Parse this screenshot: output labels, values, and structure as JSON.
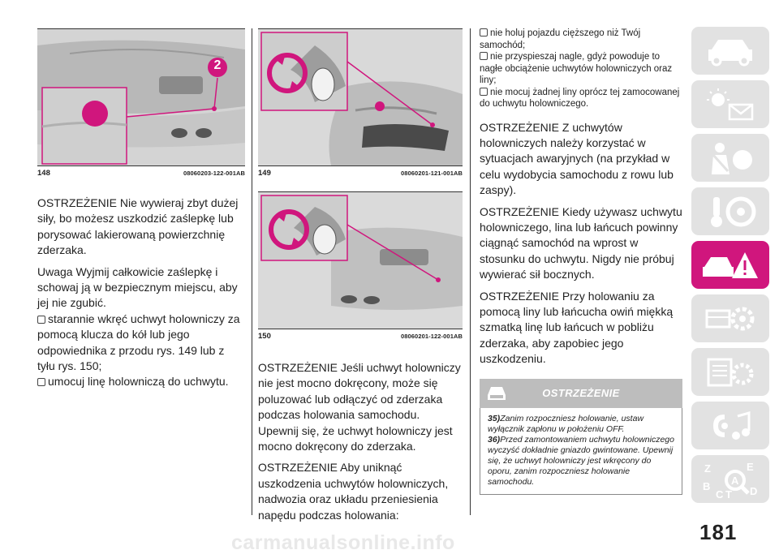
{
  "figures": {
    "fig148": {
      "number": "148",
      "code": "08060203-122-001AB",
      "callout": "2"
    },
    "fig149": {
      "number": "149",
      "code": "08060201-121-001AB"
    },
    "fig150": {
      "number": "150",
      "code": "08060201-122-001AB"
    }
  },
  "left_column": {
    "p1": "OSTRZEŻENIE Nie wywieraj zbyt dużej siły, bo możesz uszkodzić zaślepkę lub porysować lakierowaną powierzchnię zderzaka.",
    "p2": "Uwaga  Wyjmij całkowicie zaślepkę i schowaj ją w bezpiecznym miejscu, aby jej nie zgubić.",
    "bullet1": "starannie wkręć uchwyt holowniczy za pomocą klucza do kół lub jego odpowiednika z przodu rys. 149 lub z tyłu rys. 150;",
    "bullet2": "umocuj linę holowniczą do uchwytu."
  },
  "middle_column": {
    "p1": "OSTRZEŻENIE Jeśli uchwyt holowniczy nie jest mocno dokręcony, może się poluzować lub odłączyć od zderzaka podczas holowania samochodu. Upewnij się, że uchwyt holowniczy jest mocno dokręcony do zderzaka.",
    "p2": "OSTRZEŻENIE Aby uniknąć uszkodzenia uchwytów holowniczych, nadwozia oraz układu przeniesienia napędu podczas holowania:"
  },
  "right_column": {
    "bullet1": "nie holuj pojazdu cięższego niż Twój samochód;",
    "bullet2": "nie przyspieszaj nagle, gdyż powoduje to nagłe obciążenie uchwytów holowniczych oraz liny;",
    "bullet3": "nie mocuj żadnej liny oprócz tej zamocowanej do uchwytu holowniczego.",
    "p1": "OSTRZEŻENIE Z uchwytów holowniczych należy korzystać w sytuacjach awaryjnych (na przykład w celu wydobycia samochodu z rowu lub zaspy).",
    "p2": "OSTRZEŻENIE Kiedy używasz uchwytu holowniczego, lina lub łańcuch powinny ciągnąć samochód na wprost w stosunku do uchwytu. Nigdy nie próbuj wywierać sił bocznych.",
    "p3": "OSTRZEŻENIE Przy holowaniu za pomocą liny lub łańcucha owiń miękką szmatką linę lub łańcuch w pobliżu zderzaka, aby zapobiec jego uszkodzeniu."
  },
  "warning_box": {
    "title": "OSTRZEŻENIE",
    "n1": "35)",
    "t1": "Zanim rozpoczniesz holowanie, ustaw wyłącznik zapłonu w położeniu OFF.",
    "n2": "36)",
    "t2": "Przed zamontowaniem uchwytu holowniczego wyczyść dokładnie gniazdo gwintowane. Upewnij się, że uchwyt holowniczy jest wkręcony do oporu, zanim rozpoczniesz holowanie samochodu."
  },
  "sidebar": {
    "tabs": [
      {
        "icon": "car-dashboard-icon"
      },
      {
        "icon": "warning-lights-icon"
      },
      {
        "icon": "seatbelt-airbag-icon"
      },
      {
        "icon": "key-steering-icon"
      },
      {
        "icon": "breakdown-icon",
        "active": true
      },
      {
        "icon": "maintenance-icon"
      },
      {
        "icon": "technical-data-icon"
      },
      {
        "icon": "multimedia-icon"
      },
      {
        "icon": "index-icon"
      }
    ],
    "index_letters": [
      "Z",
      "E",
      "A",
      "B",
      "C",
      "T",
      "D"
    ],
    "accent": "#d0167d"
  },
  "page_number": "181",
  "watermark": "carmanualsonline.info"
}
